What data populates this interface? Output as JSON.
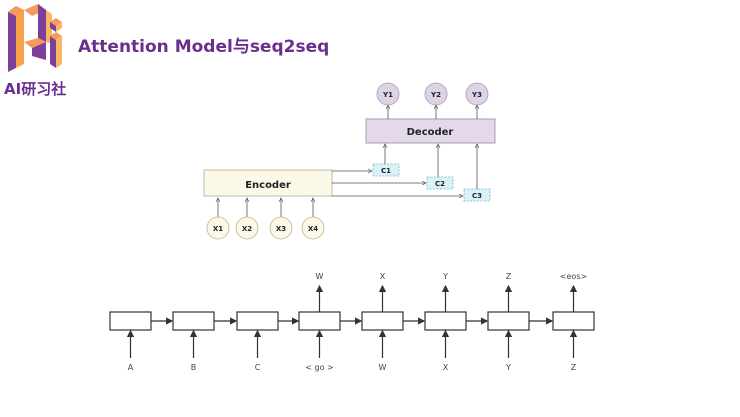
{
  "header": {
    "title": "Attention Model与seq2seq",
    "logo_text": "AI研习社",
    "brand_color": "#6a2f8e",
    "logo_accent": "#f7a24b"
  },
  "attention_diagram": {
    "encoder_label": "Encoder",
    "decoder_label": "Decoder",
    "inputs": [
      "X1",
      "X2",
      "X3",
      "X4"
    ],
    "outputs": [
      "Y1",
      "Y2",
      "Y3"
    ],
    "contexts": [
      "C1",
      "C2",
      "C3"
    ],
    "colors": {
      "encoder_fill": "#fdf9e8",
      "decoder_fill": "#e4d9ea",
      "context_fill": "#d9f2f8",
      "context_border": "#6fb7cc",
      "input_fill": "#fdf8e6",
      "output_fill": "#ddd2e6"
    }
  },
  "seq2seq_diagram": {
    "inputs": [
      "A",
      "B",
      "C",
      "< go >",
      "W",
      "X",
      "Y",
      "Z"
    ],
    "outputs": [
      "",
      "",
      "",
      "W",
      "X",
      "Y",
      "Z",
      "<eos>"
    ]
  }
}
